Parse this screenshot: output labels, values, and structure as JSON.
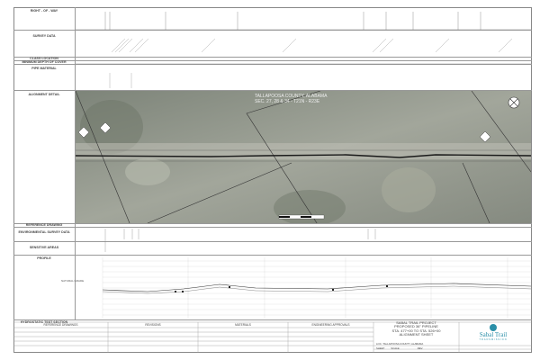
{
  "sections": {
    "right_of_way": "RIGHT - OF - WAY",
    "survey_data": "SURVEY DATA",
    "class_location": "CLASS LOCATION",
    "min_cover": "MINIMUM DEPTH OF COVER",
    "pipe_material": "PIPE MATERIAL",
    "alignment_detail": "ALIGNMENT DETAIL",
    "reference_drawing": "REFERENCE DRAWING",
    "env_survey": "ENVIRONMENTAL SURVEY DATA",
    "sensitive_areas": "SENSITIVE AREAS",
    "profile": "PROFILE",
    "hydro_test": "HYDROSTATIC TEST SECTION",
    "reference_drawings": "REFERENCE DRAWINGS",
    "revisions": "REVISIONS",
    "materials": "MATERIALS",
    "engineering_approvals": "ENGINEERING APPROVALS"
  },
  "map": {
    "county_label": "TALLAPOOSA COUNTY, ALABAMA",
    "section_label": "SEC. 27, 28 & 34 - T21N - R23E"
  },
  "profile": {
    "natural_grade": "NATURAL GRADE"
  },
  "title_block": {
    "line1": "SABAL TRAIL PROJECT",
    "line2": "PROPOSED 36\" PIPELINE",
    "line3": "STA. 477+00 TO STA. 526+00",
    "line4": "ALIGNMENT SHEET",
    "location_label": "LOC.",
    "location": "TALLAPOOSA COUNTY, ALABAMA",
    "scale_label": "SCALE:",
    "sheet_label": "SHEET",
    "rev_label": "REV."
  },
  "logo": {
    "name": "Sabal Trail",
    "sub": "TRANSMISSION",
    "color": "#2a8fa8"
  },
  "colors": {
    "line": "#222222",
    "aerial": "#8a8f86"
  }
}
